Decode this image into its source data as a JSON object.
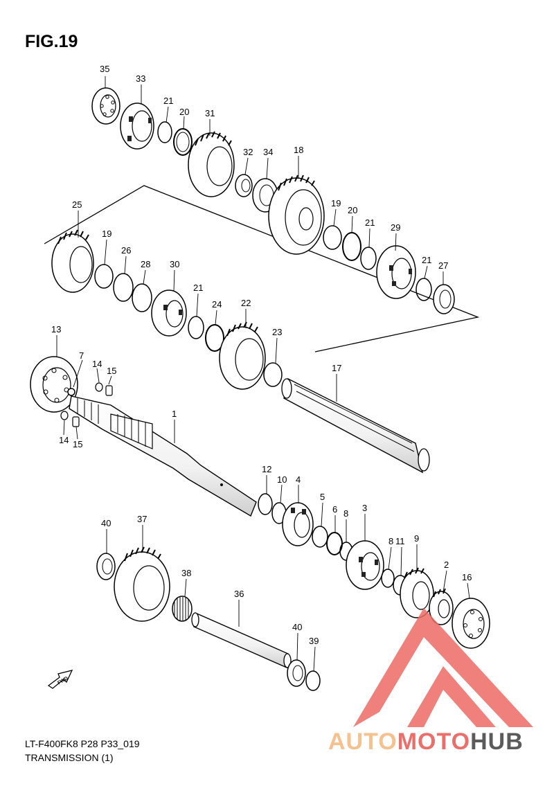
{
  "figure": {
    "title": "FIG.19",
    "code": "LT-F400FK8 P28 P33_019",
    "caption": "TRANSMISSION (1)",
    "direction_label": "FWD"
  },
  "watermark": {
    "part1": "AUTO",
    "part2": "MOTO",
    "part3": "HUB",
    "colors": {
      "auto": "#f6c08f",
      "moto": "#ea6f6a",
      "hub": "#5b5b5b",
      "logo": "#ec6a64"
    }
  },
  "callouts": [
    "35",
    "33",
    "21",
    "20",
    "31",
    "32",
    "34",
    "18",
    "19",
    "20",
    "21",
    "29",
    "21",
    "27",
    "25",
    "19",
    "26",
    "28",
    "30",
    "21",
    "24",
    "22",
    "23",
    "13",
    "7",
    "14",
    "15",
    "14",
    "15",
    "17",
    "1",
    "12",
    "10",
    "4",
    "5",
    "6",
    "8",
    "3",
    "8",
    "11",
    "9",
    "2",
    "16",
    "40",
    "37",
    "38",
    "36",
    "40",
    "39"
  ]
}
